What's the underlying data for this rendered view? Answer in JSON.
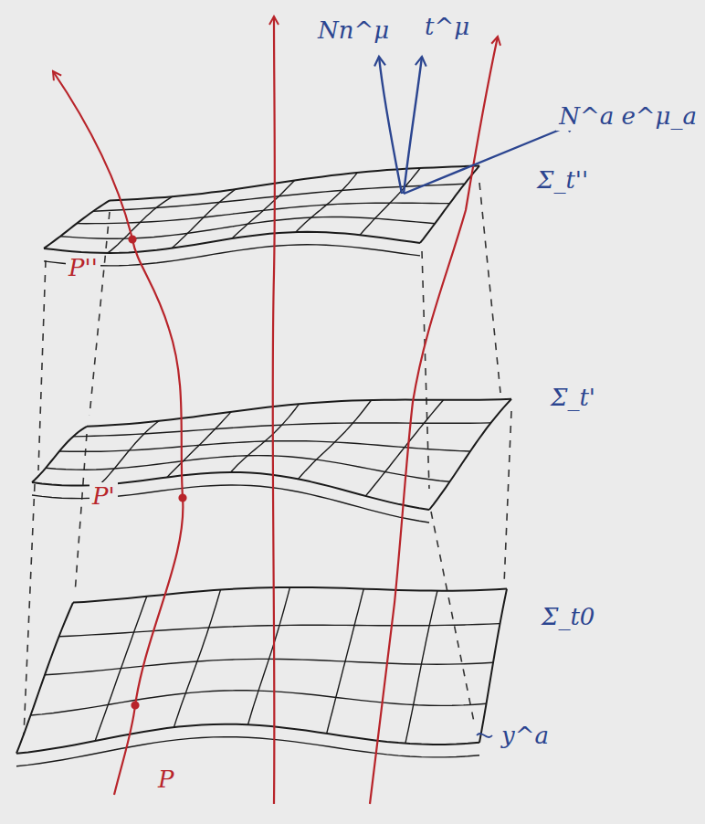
{
  "diagram": {
    "labels": [
      "Nn^μ",
      "t^μ",
      "N^a e^μ_a",
      "Σ_t''",
      "Σ_t'",
      "Σ_t0",
      "P''",
      "P'",
      "P",
      "y^a"
    ]
  }
}
